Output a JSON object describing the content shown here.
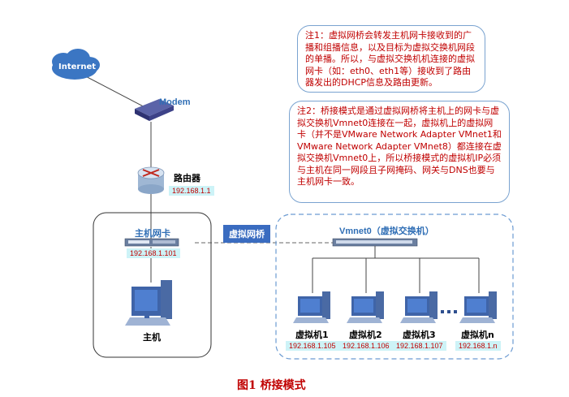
{
  "internet": {
    "label": "Internet"
  },
  "modem": {
    "label": "Modem"
  },
  "router": {
    "label": "路由器",
    "ip": "192.168.1.1"
  },
  "host_nic": {
    "label": "主机网卡",
    "ip": "192.168.1.101"
  },
  "host": {
    "label": "主机"
  },
  "bridge": {
    "label": "虚拟网桥"
  },
  "vswitch": {
    "label": "Vmnet0（虚拟交换机）"
  },
  "vms": [
    {
      "label": "虚拟机1",
      "ip": "192.168.1.105"
    },
    {
      "label": "虚拟机2",
      "ip": "192.168.1.106"
    },
    {
      "label": "虚拟机3",
      "ip": "192.168.1.107"
    },
    {
      "label": "虚拟机n",
      "ip": "192.168.1.n"
    }
  ],
  "notes": {
    "note1": "注1：虚拟网桥会转发主机网卡接收到的广播和组播信息，以及目标为虚拟交换机网段的单播。所以，与虚拟交换机机连接的虚拟网卡（如：eth0、eth1等）接收到了路由器发出的DHCP信息及路由更新。",
    "note2": "注2：桥接模式是通过虚拟网桥将主机上的网卡与虚拟交换机Vmnet0连接在一起，虚拟机上的虚拟网卡（并不是VMware Network Adapter VMnet1和VMware Network Adapter VMnet8）都连接在虚拟交换机Vmnet0上，所以桥接模式的虚拟机IP必须与主机在同一网段且子网掩码、网关与DNS也要与主机网卡一致。"
  },
  "caption": "图1  桥接模式",
  "colors": {
    "accent": "#2f6eb5",
    "note_text": "#c00000",
    "ip_bg": "#cdf3f7",
    "bridge_bg": "#3a6cc0"
  }
}
